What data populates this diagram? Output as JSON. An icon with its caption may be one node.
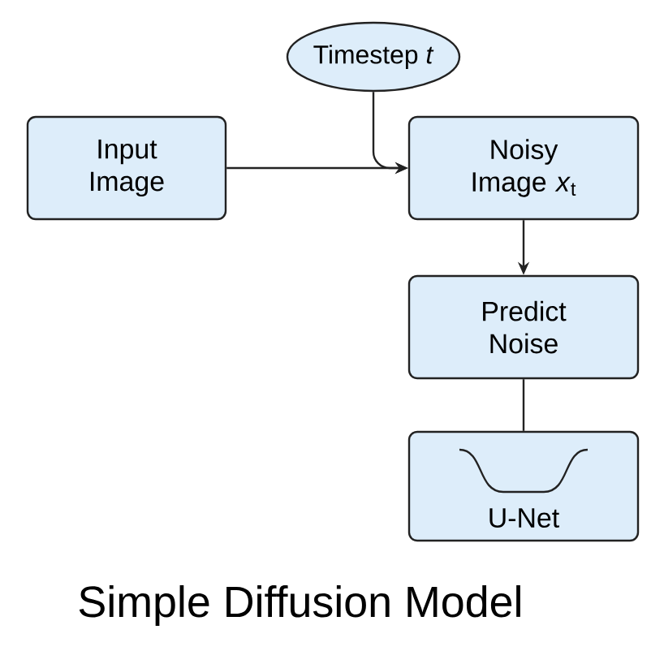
{
  "diagram": {
    "caption": "Simple Diffusion Model",
    "nodes": [
      {
        "text": [
          "Timestep *t*"
        ]
      },
      {
        "text": [
          "Input Image"
        ]
      },
      {
        "text": [
          "Noisy Image *x*$_{t}$"
        ]
      },
      {
        "text": [
          "Predict Noise"
        ]
      },
      {
        "text": [
          "U-Net"
        ]
      }
    ],
    "edges": [
      {
        "from": 1,
        "to": 2,
        "arrow": "to"
      },
      {
        "from": 0,
        "to": 2,
        "arrow": "to"
      },
      {
        "from": 2,
        "to": 3,
        "arrow": "to"
      },
      {
        "from": 3,
        "to": 4,
        "arrow": "none"
      }
    ]
  }
}
